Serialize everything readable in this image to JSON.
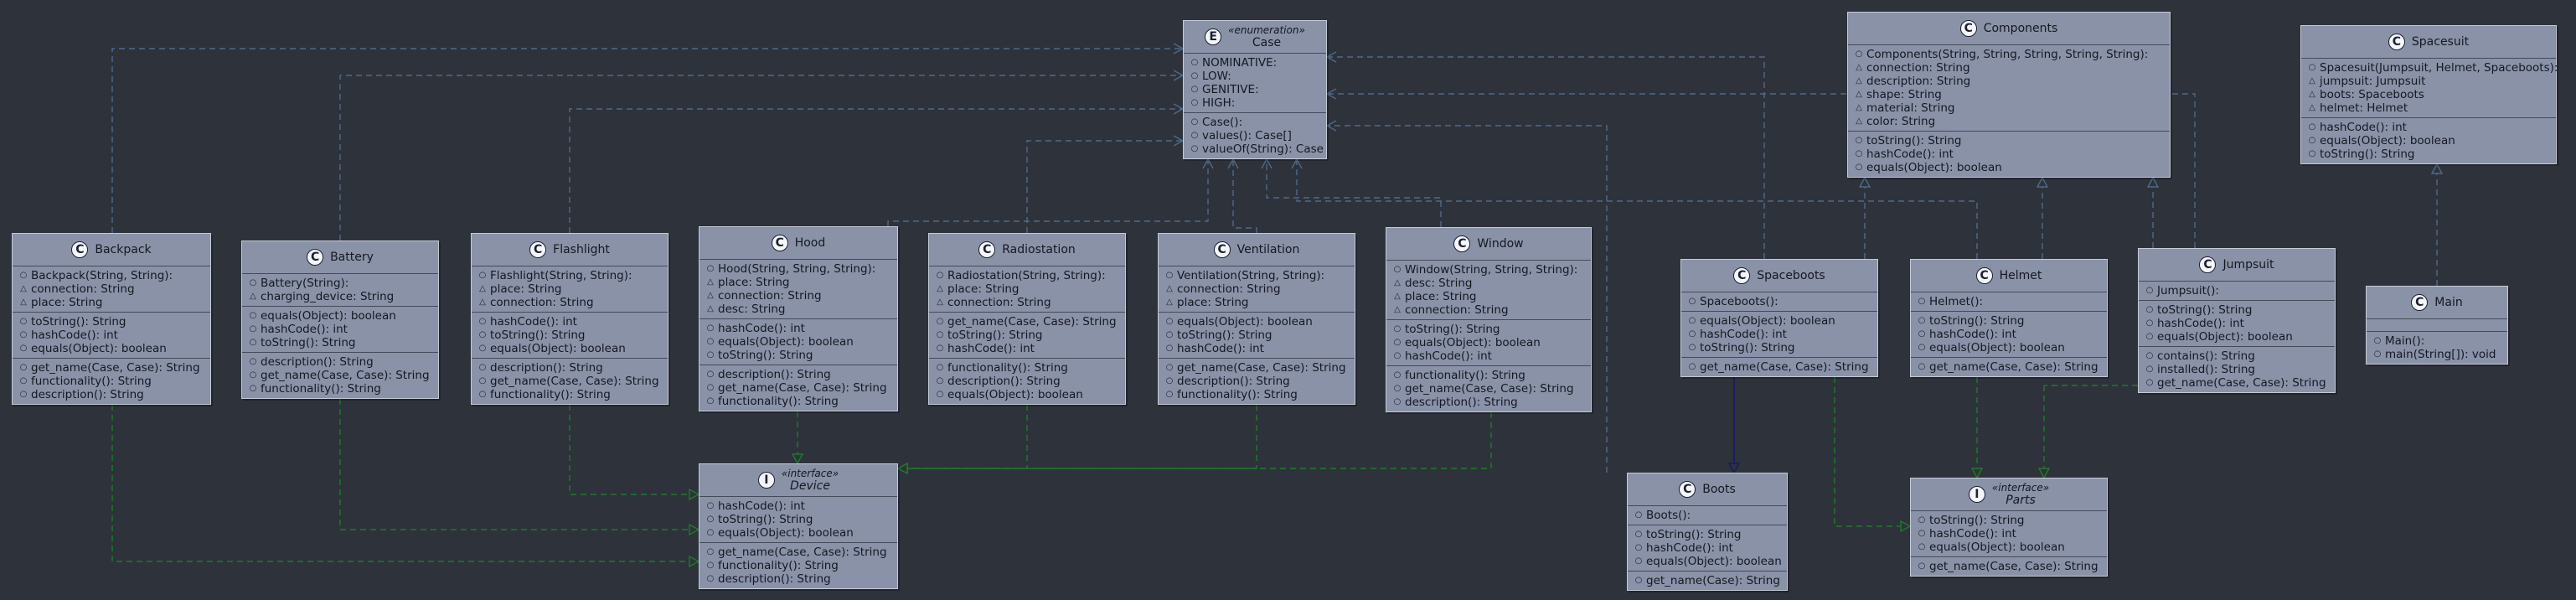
{
  "classes": [
    {
      "id": "case",
      "kind": "E",
      "stereotype": "«enumeration»",
      "name": "Case",
      "italic": false,
      "sections": [
        [
          {
            "v": "pub",
            "t": "NOMINATIVE:"
          },
          {
            "v": "pub",
            "t": "LOW:"
          },
          {
            "v": "pub",
            "t": "GENITIVE:"
          },
          {
            "v": "pub",
            "t": "HIGH:"
          }
        ],
        [
          {
            "v": "pub",
            "t": "Case():"
          },
          {
            "v": "pub",
            "t": "values(): Case[]"
          },
          {
            "v": "pub",
            "t": "valueOf(String): Case"
          }
        ]
      ]
    },
    {
      "id": "components",
      "kind": "C",
      "stereotype": "",
      "name": "Components",
      "italic": false,
      "sections": [
        [
          {
            "v": "pub",
            "t": "Components(String, String, String, String, String):"
          },
          {
            "v": "pkg",
            "t": "connection: String"
          },
          {
            "v": "pkg",
            "t": "description: String"
          },
          {
            "v": "pkg",
            "t": "shape: String"
          },
          {
            "v": "pkg",
            "t": "material: String"
          },
          {
            "v": "pkg",
            "t": "color: String"
          }
        ],
        [
          {
            "v": "pub",
            "t": "toString(): String"
          },
          {
            "v": "pub",
            "t": "hashCode(): int"
          },
          {
            "v": "pub",
            "t": "equals(Object): boolean"
          }
        ]
      ]
    },
    {
      "id": "spacesuit",
      "kind": "C",
      "stereotype": "",
      "name": "Spacesuit",
      "italic": false,
      "sections": [
        [
          {
            "v": "pub",
            "t": "Spacesuit(Jumpsuit, Helmet, Spaceboots):"
          },
          {
            "v": "pkg",
            "t": "jumpsuit: Jumpsuit"
          },
          {
            "v": "pkg",
            "t": "boots: Spaceboots"
          },
          {
            "v": "pkg",
            "t": "helmet: Helmet"
          }
        ],
        [
          {
            "v": "pub",
            "t": "hashCode(): int"
          },
          {
            "v": "pub",
            "t": "equals(Object): boolean"
          },
          {
            "v": "pub",
            "t": "toString(): String"
          }
        ]
      ]
    },
    {
      "id": "backpack",
      "kind": "C",
      "stereotype": "",
      "name": "Backpack",
      "italic": false,
      "sections": [
        [
          {
            "v": "pub",
            "t": "Backpack(String, String):"
          },
          {
            "v": "pkg",
            "t": "connection: String"
          },
          {
            "v": "pkg",
            "t": "place: String"
          }
        ],
        [
          {
            "v": "pub",
            "t": "toString(): String"
          },
          {
            "v": "pub",
            "t": "hashCode(): int"
          },
          {
            "v": "pub",
            "t": "equals(Object): boolean"
          }
        ],
        [
          {
            "v": "pub",
            "t": "get_name(Case, Case): String"
          },
          {
            "v": "pub",
            "t": "functionality(): String"
          },
          {
            "v": "pub",
            "t": "description(): String"
          }
        ]
      ]
    },
    {
      "id": "battery",
      "kind": "C",
      "stereotype": "",
      "name": "Battery",
      "italic": false,
      "sections": [
        [
          {
            "v": "pub",
            "t": "Battery(String):"
          },
          {
            "v": "pkg",
            "t": "charging_device: String"
          }
        ],
        [
          {
            "v": "pub",
            "t": "equals(Object): boolean"
          },
          {
            "v": "pub",
            "t": "hashCode(): int"
          },
          {
            "v": "pub",
            "t": "toString(): String"
          }
        ],
        [
          {
            "v": "pub",
            "t": "description(): String"
          },
          {
            "v": "pub",
            "t": "get_name(Case, Case): String"
          },
          {
            "v": "pub",
            "t": "functionality(): String"
          }
        ]
      ]
    },
    {
      "id": "flashlight",
      "kind": "C",
      "stereotype": "",
      "name": "Flashlight",
      "italic": false,
      "sections": [
        [
          {
            "v": "pub",
            "t": "Flashlight(String, String):"
          },
          {
            "v": "pkg",
            "t": "place: String"
          },
          {
            "v": "pkg",
            "t": "connection: String"
          }
        ],
        [
          {
            "v": "pub",
            "t": "hashCode(): int"
          },
          {
            "v": "pub",
            "t": "toString(): String"
          },
          {
            "v": "pub",
            "t": "equals(Object): boolean"
          }
        ],
        [
          {
            "v": "pub",
            "t": "description(): String"
          },
          {
            "v": "pub",
            "t": "get_name(Case, Case): String"
          },
          {
            "v": "pub",
            "t": "functionality(): String"
          }
        ]
      ]
    },
    {
      "id": "hood",
      "kind": "C",
      "stereotype": "",
      "name": "Hood",
      "italic": false,
      "sections": [
        [
          {
            "v": "pub",
            "t": "Hood(String, String, String):"
          },
          {
            "v": "pkg",
            "t": "place: String"
          },
          {
            "v": "pkg",
            "t": "connection: String"
          },
          {
            "v": "pkg",
            "t": "desc: String"
          }
        ],
        [
          {
            "v": "pub",
            "t": "hashCode(): int"
          },
          {
            "v": "pub",
            "t": "equals(Object): boolean"
          },
          {
            "v": "pub",
            "t": "toString(): String"
          }
        ],
        [
          {
            "v": "pub",
            "t": "description(): String"
          },
          {
            "v": "pub",
            "t": "get_name(Case, Case): String"
          },
          {
            "v": "pub",
            "t": "functionality(): String"
          }
        ]
      ]
    },
    {
      "id": "radiostation",
      "kind": "C",
      "stereotype": "",
      "name": "Radiostation",
      "italic": false,
      "sections": [
        [
          {
            "v": "pub",
            "t": "Radiostation(String, String):"
          },
          {
            "v": "pkg",
            "t": "place: String"
          },
          {
            "v": "pkg",
            "t": "connection: String"
          }
        ],
        [
          {
            "v": "pub",
            "t": "get_name(Case, Case): String"
          },
          {
            "v": "pub",
            "t": "toString(): String"
          },
          {
            "v": "pub",
            "t": "hashCode(): int"
          }
        ],
        [
          {
            "v": "pub",
            "t": "functionality(): String"
          },
          {
            "v": "pub",
            "t": "description(): String"
          },
          {
            "v": "pub",
            "t": "equals(Object): boolean"
          }
        ]
      ]
    },
    {
      "id": "ventilation",
      "kind": "C",
      "stereotype": "",
      "name": "Ventilation",
      "italic": false,
      "sections": [
        [
          {
            "v": "pub",
            "t": "Ventilation(String, String):"
          },
          {
            "v": "pkg",
            "t": "connection: String"
          },
          {
            "v": "pkg",
            "t": "place: String"
          }
        ],
        [
          {
            "v": "pub",
            "t": "equals(Object): boolean"
          },
          {
            "v": "pub",
            "t": "toString(): String"
          },
          {
            "v": "pub",
            "t": "hashCode(): int"
          }
        ],
        [
          {
            "v": "pub",
            "t": "get_name(Case, Case): String"
          },
          {
            "v": "pub",
            "t": "description(): String"
          },
          {
            "v": "pub",
            "t": "functionality(): String"
          }
        ]
      ]
    },
    {
      "id": "window",
      "kind": "C",
      "stereotype": "",
      "name": "Window",
      "italic": false,
      "sections": [
        [
          {
            "v": "pub",
            "t": "Window(String, String, String):"
          },
          {
            "v": "pkg",
            "t": "desc: String"
          },
          {
            "v": "pkg",
            "t": "place: String"
          },
          {
            "v": "pkg",
            "t": "connection: String"
          }
        ],
        [
          {
            "v": "pub",
            "t": "toString(): String"
          },
          {
            "v": "pub",
            "t": "equals(Object): boolean"
          },
          {
            "v": "pub",
            "t": "hashCode(): int"
          }
        ],
        [
          {
            "v": "pub",
            "t": "functionality(): String"
          },
          {
            "v": "pub",
            "t": "get_name(Case, Case): String"
          },
          {
            "v": "pub",
            "t": "description(): String"
          }
        ]
      ]
    },
    {
      "id": "spaceboots",
      "kind": "C",
      "stereotype": "",
      "name": "Spaceboots",
      "italic": false,
      "sections": [
        [
          {
            "v": "pub",
            "t": "Spaceboots():"
          }
        ],
        [
          {
            "v": "pub",
            "t": "equals(Object): boolean"
          },
          {
            "v": "pub",
            "t": "hashCode(): int"
          },
          {
            "v": "pub",
            "t": "toString(): String"
          }
        ],
        [
          {
            "v": "pub",
            "t": "get_name(Case, Case): String"
          }
        ]
      ]
    },
    {
      "id": "helmet",
      "kind": "C",
      "stereotype": "",
      "name": "Helmet",
      "italic": false,
      "sections": [
        [
          {
            "v": "pub",
            "t": "Helmet():"
          }
        ],
        [
          {
            "v": "pub",
            "t": "toString(): String"
          },
          {
            "v": "pub",
            "t": "hashCode(): int"
          },
          {
            "v": "pub",
            "t": "equals(Object): boolean"
          }
        ],
        [
          {
            "v": "pub",
            "t": "get_name(Case, Case): String"
          }
        ]
      ]
    },
    {
      "id": "jumpsuit",
      "kind": "C",
      "stereotype": "",
      "name": "Jumpsuit",
      "italic": false,
      "sections": [
        [
          {
            "v": "pub",
            "t": "Jumpsuit():"
          }
        ],
        [
          {
            "v": "pub",
            "t": "toString(): String"
          },
          {
            "v": "pub",
            "t": "hashCode(): int"
          },
          {
            "v": "pub",
            "t": "equals(Object): boolean"
          }
        ],
        [
          {
            "v": "pub",
            "t": "contains(): String"
          },
          {
            "v": "pub",
            "t": "installed(): String"
          },
          {
            "v": "pub",
            "t": "get_name(Case, Case): String"
          }
        ]
      ]
    },
    {
      "id": "main",
      "kind": "C",
      "stereotype": "",
      "name": "Main",
      "italic": false,
      "sections": [
        [],
        [
          {
            "v": "pub",
            "t": "Main():"
          },
          {
            "v": "pub",
            "t": "main(String[]): void"
          }
        ]
      ]
    },
    {
      "id": "device",
      "kind": "I",
      "stereotype": "«interface»",
      "name": "Device",
      "italic": true,
      "sections": [
        [
          {
            "v": "pub",
            "t": "hashCode(): int"
          },
          {
            "v": "pub",
            "t": "toString(): String"
          },
          {
            "v": "pub",
            "t": "equals(Object): boolean"
          }
        ],
        [
          {
            "v": "pub",
            "t": "get_name(Case, Case): String"
          },
          {
            "v": "pub",
            "t": "functionality(): String"
          },
          {
            "v": "pub",
            "t": "description(): String"
          }
        ]
      ]
    },
    {
      "id": "boots",
      "kind": "C",
      "stereotype": "",
      "name": "Boots",
      "italic": false,
      "sections": [
        [
          {
            "v": "pub",
            "t": "Boots():"
          }
        ],
        [
          {
            "v": "pub",
            "t": "toString(): String"
          },
          {
            "v": "pub",
            "t": "hashCode(): int"
          },
          {
            "v": "pub",
            "t": "equals(Object): boolean"
          }
        ],
        [
          {
            "v": "pub",
            "t": "get_name(Case): String"
          }
        ]
      ]
    },
    {
      "id": "parts",
      "kind": "I",
      "stereotype": "«interface»",
      "name": "Parts",
      "italic": true,
      "sections": [
        [
          {
            "v": "pub",
            "t": "toString(): String"
          },
          {
            "v": "pub",
            "t": "hashCode(): int"
          },
          {
            "v": "pub",
            "t": "equals(Object): boolean"
          }
        ],
        [
          {
            "v": "pub",
            "t": "get_name(Case, Case): String"
          }
        ]
      ]
    }
  ],
  "colors": {
    "background": "#2e323b",
    "box_fill": "#8a92a8",
    "dependency_edge": "#4f6a88",
    "realization_edge": "#1f7a2a",
    "inheritance_edge": "#141a66"
  },
  "relations": [
    {
      "from": "backpack",
      "to": "case",
      "type": "dependency"
    },
    {
      "from": "battery",
      "to": "case",
      "type": "dependency"
    },
    {
      "from": "flashlight",
      "to": "case",
      "type": "dependency"
    },
    {
      "from": "hood",
      "to": "case",
      "type": "dependency"
    },
    {
      "from": "radiostation",
      "to": "case",
      "type": "dependency"
    },
    {
      "from": "ventilation",
      "to": "case",
      "type": "dependency"
    },
    {
      "from": "window",
      "to": "case",
      "type": "dependency"
    },
    {
      "from": "spaceboots",
      "to": "case",
      "type": "dependency"
    },
    {
      "from": "helmet",
      "to": "case",
      "type": "dependency"
    },
    {
      "from": "jumpsuit",
      "to": "case",
      "type": "dependency"
    },
    {
      "from": "boots",
      "to": "case",
      "type": "dependency"
    },
    {
      "from": "spaceboots",
      "to": "components",
      "type": "realization"
    },
    {
      "from": "helmet",
      "to": "components",
      "type": "realization"
    },
    {
      "from": "jumpsuit",
      "to": "components",
      "type": "realization"
    },
    {
      "from": "main",
      "to": "spacesuit",
      "type": "realization"
    },
    {
      "from": "backpack",
      "to": "device",
      "type": "realization"
    },
    {
      "from": "battery",
      "to": "device",
      "type": "realization"
    },
    {
      "from": "flashlight",
      "to": "device",
      "type": "realization"
    },
    {
      "from": "hood",
      "to": "device",
      "type": "realization"
    },
    {
      "from": "radiostation",
      "to": "device",
      "type": "realization"
    },
    {
      "from": "ventilation",
      "to": "device",
      "type": "realization"
    },
    {
      "from": "window",
      "to": "device",
      "type": "realization"
    },
    {
      "from": "spaceboots",
      "to": "boots",
      "type": "inheritance"
    },
    {
      "from": "spaceboots",
      "to": "parts",
      "type": "realization"
    },
    {
      "from": "helmet",
      "to": "parts",
      "type": "realization"
    },
    {
      "from": "jumpsuit",
      "to": "parts",
      "type": "realization"
    }
  ]
}
